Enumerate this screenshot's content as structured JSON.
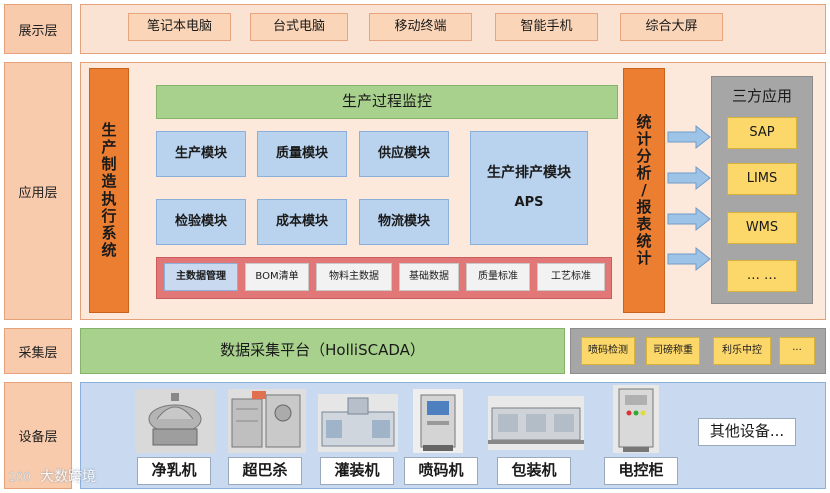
{
  "layers": {
    "presentation": "展示层",
    "application": "应用层",
    "collection": "采集层",
    "device": "设备层"
  },
  "presentation_items": [
    "笔记本电脑",
    "台式电脑",
    "移动终端",
    "智能手机",
    "综合大屏"
  ],
  "mes": {
    "title_chars": [
      "生",
      "产",
      "制",
      "造",
      "执",
      "行",
      "系",
      "统"
    ]
  },
  "monitor_bar": "生产过程监控",
  "modules": {
    "production": "生产模块",
    "quality": "质量模块",
    "supply": "供应模块",
    "inspection": "检验模块",
    "cost": "成本模块",
    "logistics": "物流模块",
    "aps_title": "生产排产模块",
    "aps_sub": "APS"
  },
  "master_data": [
    "主数据管理",
    "BOM清单",
    "物料主数据",
    "基础数据",
    "质量标准",
    "工艺标准"
  ],
  "analysis": {
    "title_chars": [
      "统",
      "计",
      "分",
      "析",
      "/",
      "报",
      "表",
      "统",
      "计"
    ]
  },
  "third_party": {
    "title": "三方应用",
    "items": [
      "SAP",
      "LIMS",
      "WMS",
      "… …"
    ]
  },
  "collection_platform": "数据采集平台（HolliSCADA）",
  "collection_items": [
    "喷码检测",
    "司磅称重",
    "利乐中控",
    "···"
  ],
  "devices": {
    "labels": [
      "净乳机",
      "超巴杀",
      "灌装机",
      "喷码机",
      "包装机",
      "电控柜"
    ],
    "other": "其他设备..."
  },
  "watermark": "大数跨境",
  "colors": {
    "orange": "#ec7e31",
    "green": "#a9d18e",
    "blue": "#b9d2ee",
    "peach": "#fad5b8",
    "gold": "#fcd76a",
    "gray": "#a6a6a6",
    "device_band": "#c9daf0"
  }
}
